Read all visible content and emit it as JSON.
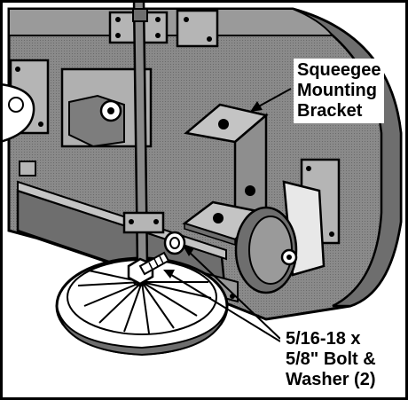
{
  "callouts": {
    "bracket": {
      "lines": [
        "Squeegee",
        "Mounting",
        "Bracket"
      ]
    },
    "bolt": {
      "lines": [
        "5/16-18 x",
        "5/8\" Bolt &",
        "Washer (2)"
      ]
    }
  },
  "colors": {
    "outline": "#000000",
    "body_gray": "#8a8a8a",
    "side_gray": "#6e6e6e",
    "light_gray": "#c4c4c4",
    "plate_gray": "#b5b5b5",
    "white": "#ffffff"
  }
}
